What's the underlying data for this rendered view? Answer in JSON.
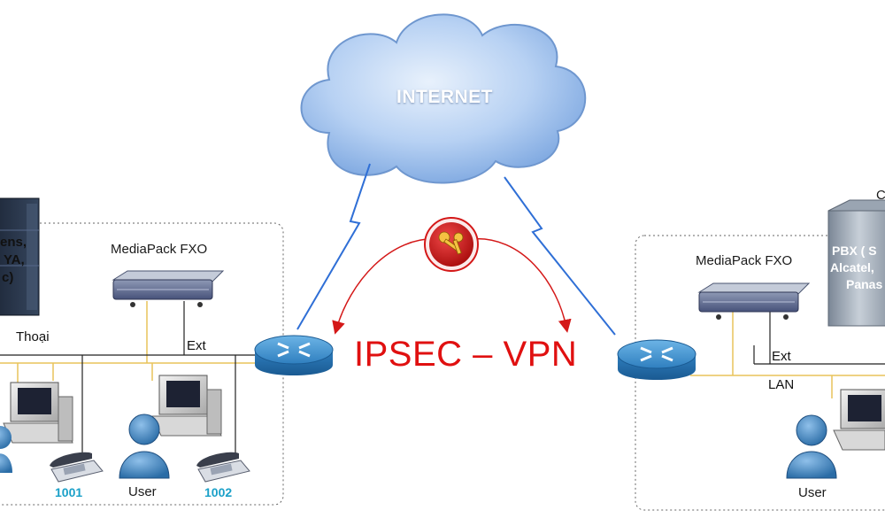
{
  "internet": {
    "label": "INTERNET"
  },
  "vpn": {
    "label": "IPSEC – VPN"
  },
  "left_site": {
    "pbx_lines": [
      "ens,",
      "YA,",
      "c)"
    ],
    "mediapack_label": "MediaPack FXO",
    "ext_label": "Ext",
    "line_label": "Thoại",
    "ext_numbers": [
      "1001",
      "1002"
    ],
    "user_label": "User"
  },
  "right_site": {
    "pbx_lines": [
      "PBX ( S",
      "Alcatel,",
      "Panas"
    ],
    "pbx_top_fragment": "C",
    "mediapack_label": "MediaPack FXO",
    "ext_label": "Ext",
    "lan_label": "LAN",
    "user_label": "User"
  },
  "colors": {
    "cloud": "#a9c8f0",
    "vpn_text": "#e01010",
    "lan_line": "#e8c35a",
    "router": "#3a8fc8",
    "key_badge": "#d41818",
    "ext_number": "#1aa0c8"
  },
  "icons": [
    "cloud-icon",
    "router-icon",
    "key-lock-icon",
    "server-icon",
    "gateway-icon",
    "computer-icon",
    "phone-icon",
    "user-icon",
    "lightning-icon"
  ]
}
